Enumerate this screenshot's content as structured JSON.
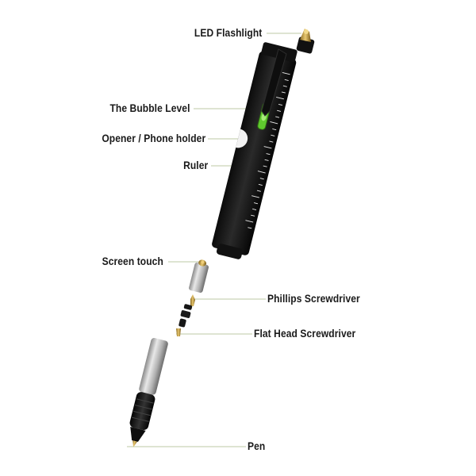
{
  "labels": {
    "led_flashlight": "LED Flashlight",
    "bubble_level": "The Bubble Level",
    "opener_phone_holder": "Opener / Phone holder",
    "ruler": "Ruler",
    "screen_touch": "Screen touch",
    "phillips_screwdriver": "Phillips Screwdriver",
    "flat_head_screwdriver": "Flat Head Screwdriver",
    "pen": "Pen"
  },
  "colors": {
    "leader_line": "#c9d3b8",
    "pen_body": "#141414",
    "level_bubble": "#6fd23a",
    "brass": "#c8a04a",
    "silver": "#b9b9b9"
  }
}
